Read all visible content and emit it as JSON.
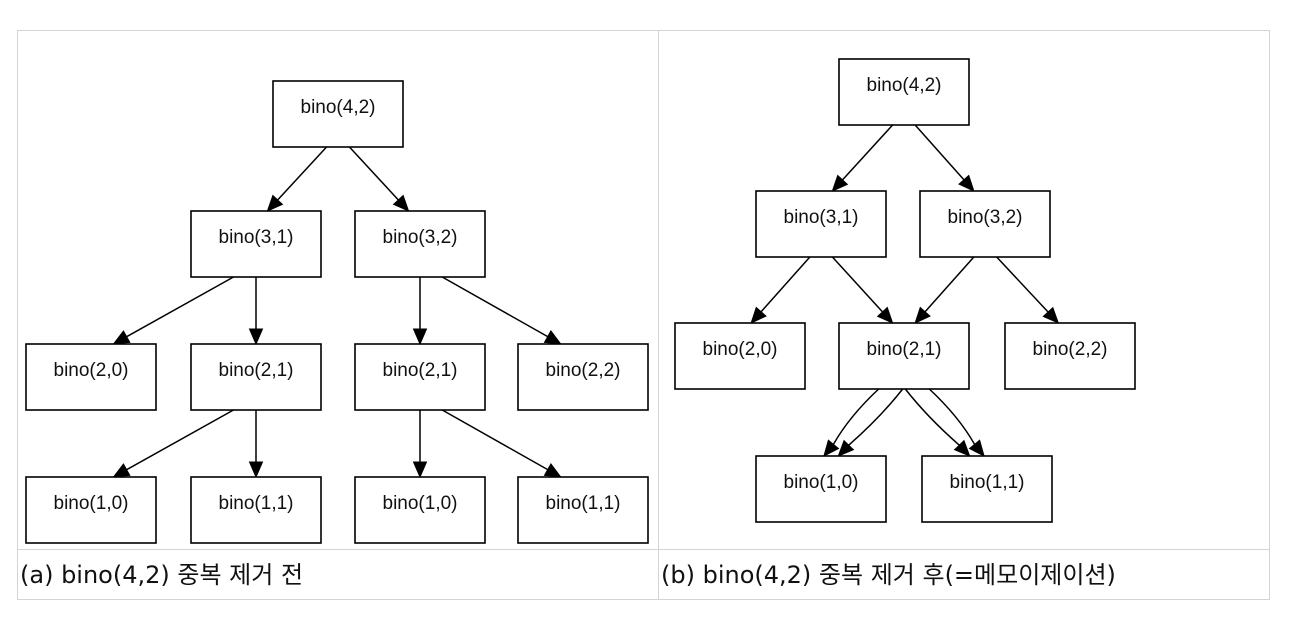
{
  "panel_a": {
    "caption": "(a) bino(4,2) 중복 제거 전",
    "nodes": [
      {
        "id": "a-root",
        "label": "bino(4,2)"
      },
      {
        "id": "a-31",
        "label": "bino(3,1)"
      },
      {
        "id": "a-32",
        "label": "bino(3,2)"
      },
      {
        "id": "a-20",
        "label": "bino(2,0)"
      },
      {
        "id": "a-21L",
        "label": "bino(2,1)"
      },
      {
        "id": "a-21R",
        "label": "bino(2,1)"
      },
      {
        "id": "a-22",
        "label": "bino(2,2)"
      },
      {
        "id": "a-10L",
        "label": "bino(1,0)"
      },
      {
        "id": "a-11L",
        "label": "bino(1,1)"
      },
      {
        "id": "a-10R",
        "label": "bino(1,0)"
      },
      {
        "id": "a-11R",
        "label": "bino(1,1)"
      }
    ],
    "edges": [
      [
        "a-root",
        "a-31"
      ],
      [
        "a-root",
        "a-32"
      ],
      [
        "a-31",
        "a-20"
      ],
      [
        "a-31",
        "a-21L"
      ],
      [
        "a-32",
        "a-21R"
      ],
      [
        "a-32",
        "a-22"
      ],
      [
        "a-21L",
        "a-10L"
      ],
      [
        "a-21L",
        "a-11L"
      ],
      [
        "a-21R",
        "a-10R"
      ],
      [
        "a-21R",
        "a-11R"
      ]
    ]
  },
  "panel_b": {
    "caption": "(b) bino(4,2) 중복 제거 후(=메모이제이션)",
    "nodes": [
      {
        "id": "b-root",
        "label": "bino(4,2)"
      },
      {
        "id": "b-31",
        "label": "bino(3,1)"
      },
      {
        "id": "b-32",
        "label": "bino(3,2)"
      },
      {
        "id": "b-20",
        "label": "bino(2,0)"
      },
      {
        "id": "b-21",
        "label": "bino(2,1)"
      },
      {
        "id": "b-22",
        "label": "bino(2,2)"
      },
      {
        "id": "b-10",
        "label": "bino(1,0)"
      },
      {
        "id": "b-11",
        "label": "bino(1,1)"
      }
    ],
    "edges": [
      [
        "b-root",
        "b-31"
      ],
      [
        "b-root",
        "b-32"
      ],
      [
        "b-31",
        "b-20"
      ],
      [
        "b-31",
        "b-21"
      ],
      [
        "b-32",
        "b-21"
      ],
      [
        "b-32",
        "b-22"
      ],
      [
        "b-21",
        "b-10"
      ],
      [
        "b-21",
        "b-10"
      ],
      [
        "b-21",
        "b-11"
      ],
      [
        "b-21",
        "b-11"
      ]
    ]
  }
}
